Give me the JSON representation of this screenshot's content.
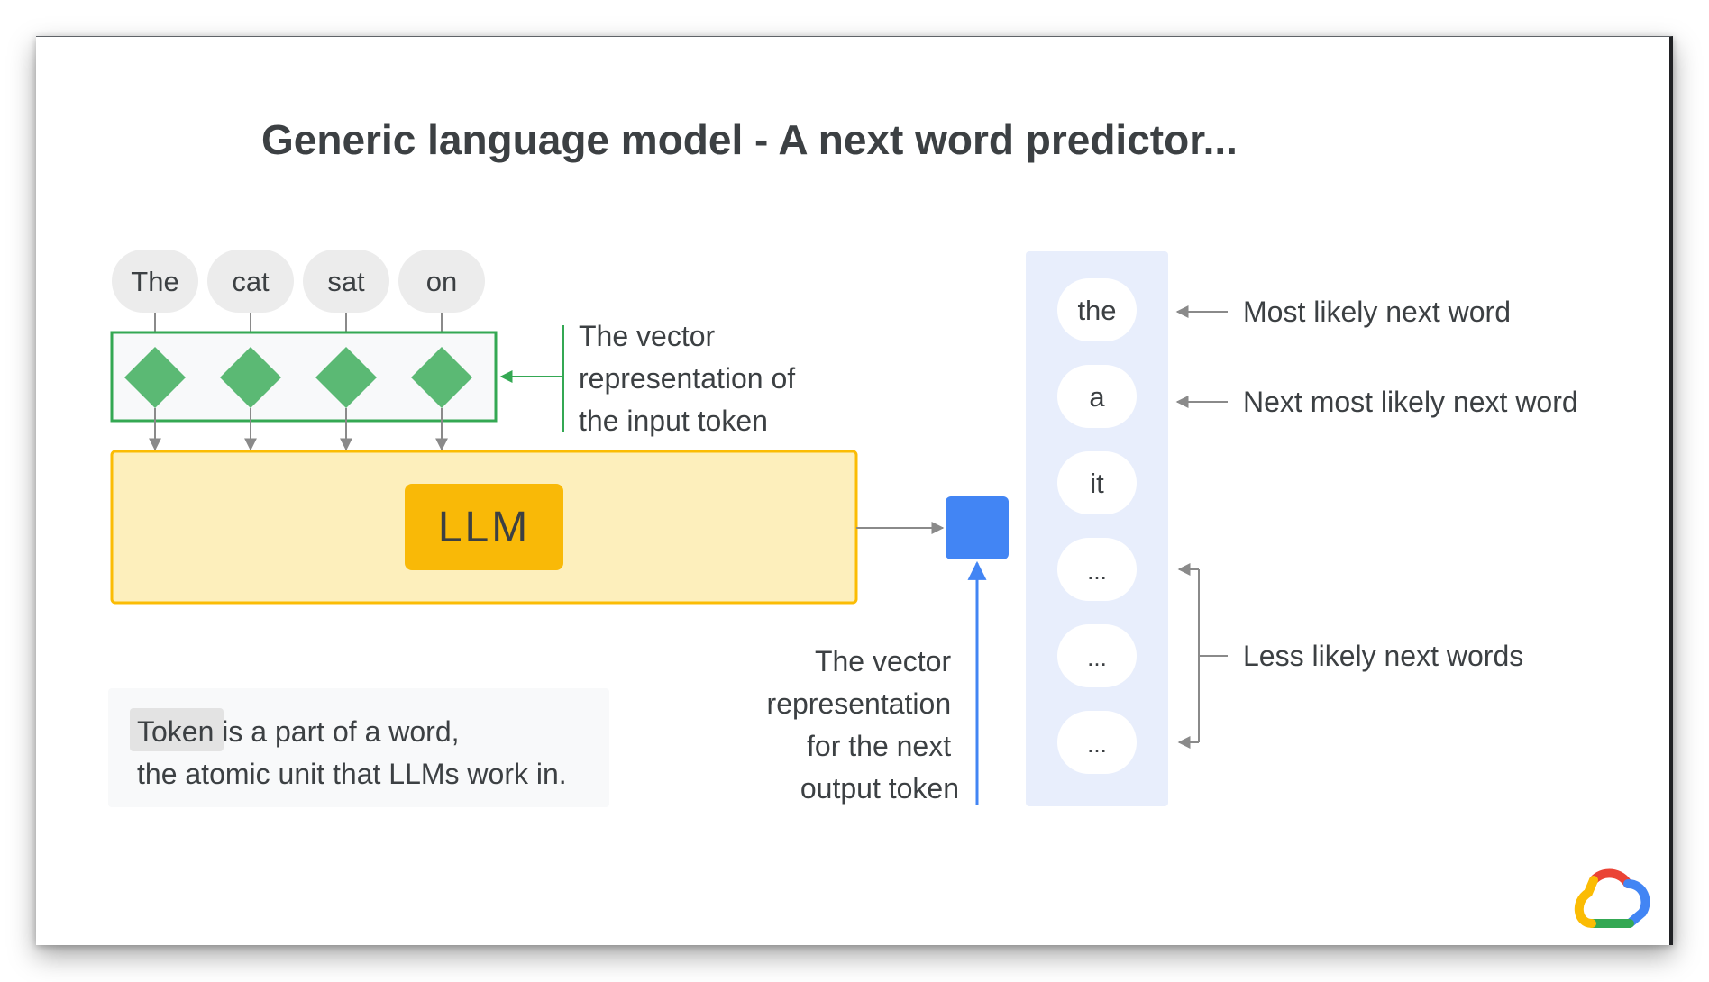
{
  "title": "Generic language model - A next word predictor...",
  "input_tokens": [
    "The",
    "cat",
    "sat",
    "on"
  ],
  "input_vector_label": [
    "The vector",
    "representation of",
    "the input token"
  ],
  "model_label": "LLM",
  "output_vector_label": [
    "The vector",
    "representation",
    "for the next",
    "output token"
  ],
  "candidates": [
    "the",
    "a",
    "it",
    "...",
    "...",
    "..."
  ],
  "annotations": {
    "most_likely": "Most likely next word",
    "next_most_likely": "Next most likely next word",
    "less_likely": "Less likely next words"
  },
  "note": {
    "term": "Token",
    "line1_rest": " is a part of a word,",
    "line2": "the atomic unit that LLMs work in."
  },
  "colors": {
    "token_bubble": "#ececec",
    "embedding_green": "#34a853",
    "diamond_green": "#5bb974",
    "llm_panel": "#fdefbc",
    "llm_border": "#fbbc04",
    "llm_box": "#f9b907",
    "output_blue": "#4285f4",
    "candidate_panel": "#e8eefc",
    "arrow_gray": "#8a8a8a"
  },
  "logo": "google-cloud-logo"
}
